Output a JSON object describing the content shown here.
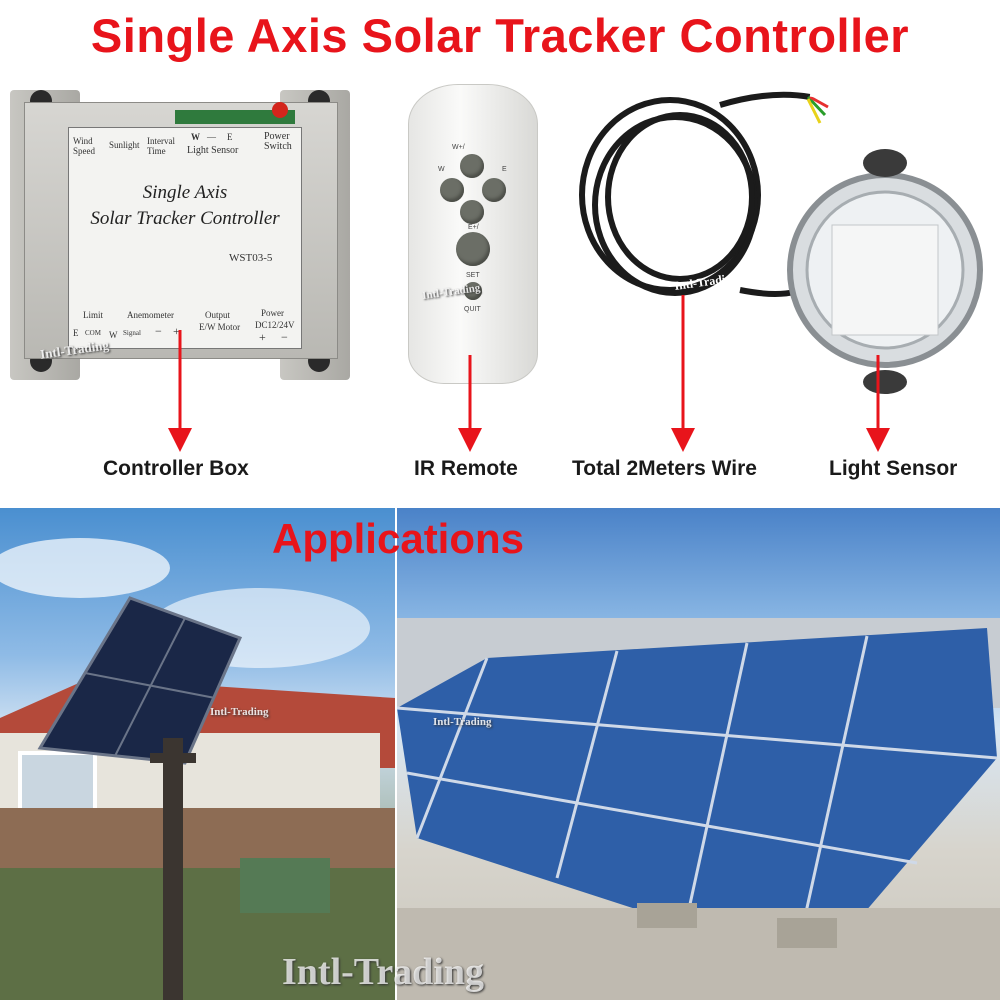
{
  "title": "Single Axis Solar Tracker Controller",
  "controller": {
    "top_labels": [
      "Wind Speed",
      "Sunlight",
      "Interval Time",
      "W",
      "—",
      "E",
      "Light Sensor",
      "Power Switch"
    ],
    "main_line1": "Single Axis",
    "main_line2": "Solar Tracker Controller",
    "model": "WST03-5",
    "bottom_labels": [
      "Limit",
      "Anemometer",
      "Output",
      "Power",
      "E",
      "COM",
      "W",
      "Signal",
      "−",
      "+",
      "E/W Motor",
      "DC12/24V",
      "+",
      "−"
    ],
    "watermark": "Intl-Trading"
  },
  "remote": {
    "labels": [
      "W+/",
      "W",
      "E",
      "E+/",
      "SET",
      "QUIT"
    ],
    "watermark": "Intl-Trading"
  },
  "wire": {
    "watermark": "Intl-Trading"
  },
  "captions": [
    "Controller Box",
    "IR Remote",
    "Total 2Meters Wire",
    "Light Sensor"
  ],
  "applications_label": "Applications",
  "photo_watermarks": [
    "Intl-Trading",
    "Intl-Trading"
  ],
  "bottom_watermark": "Intl-Trading",
  "colors": {
    "accent": "#e8141b",
    "arrow": "#e8141b"
  }
}
